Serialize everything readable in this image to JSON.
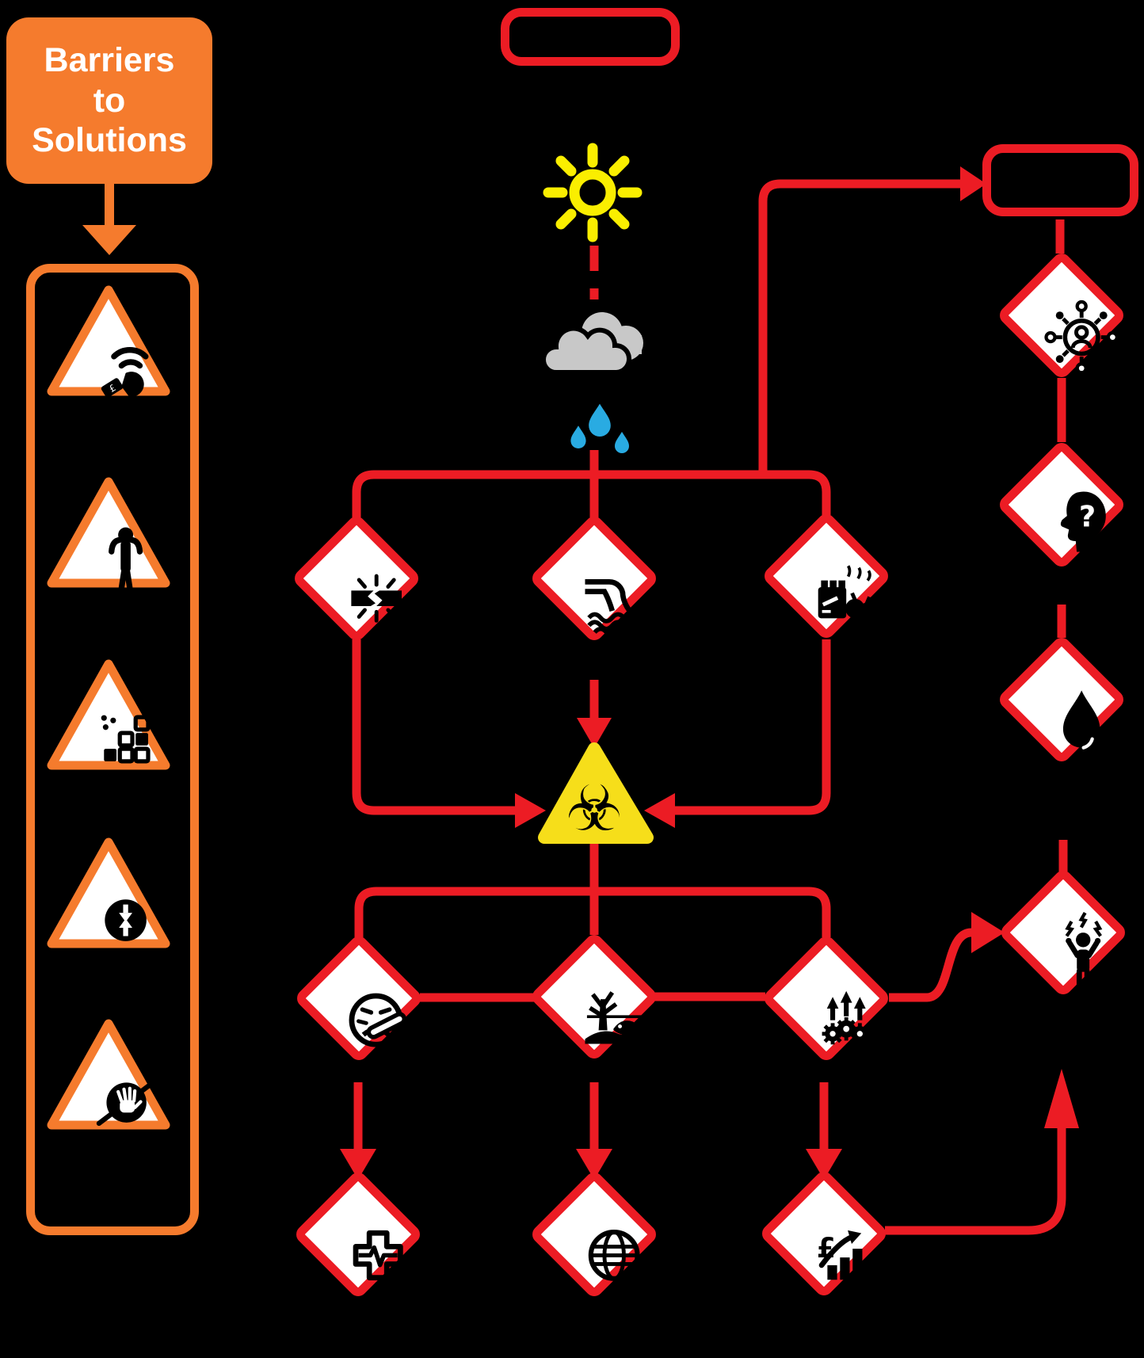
{
  "title": {
    "lines": [
      "Barriers",
      "to",
      "Solutions"
    ]
  },
  "colors": {
    "orange": "#F57B2D",
    "red": "#EC1C24",
    "sun_yellow": "#FAEE00",
    "hazard_yellow": "#F6DE1A",
    "cloud_gray": "#C8C8C8",
    "rain_blue": "#29ABE2",
    "node_fill": "#FFFFFF",
    "icon_black": "#000000",
    "background": "#000000"
  },
  "left_panel": {
    "barrier_icons": [
      "contactless-price-tag",
      "person-clutching-head",
      "missing-data-blocks",
      "converging-arrows",
      "no-touch-hand"
    ]
  },
  "flow": {
    "top_box_label": "",
    "weather": {
      "sun": "sun-icon",
      "cloud": "rain-cloud-icon",
      "raindrops": 3
    },
    "hazard": {
      "glyph": "☣"
    },
    "row1_icons": [
      "burst-pipe",
      "sewage-outfall",
      "dumped-waste"
    ],
    "row2_icons": [
      "sick-face-thermometer",
      "environmental-damage",
      "gears-rising"
    ],
    "row3_icons": [
      "health-cross",
      "globe",
      "rising-costs"
    ],
    "finance": {
      "currency": "£"
    }
  },
  "right_column": {
    "box_label": "",
    "icons": [
      "people-network",
      "head-question",
      "water-droplet",
      "stressed-person"
    ],
    "question_mark": "?"
  }
}
